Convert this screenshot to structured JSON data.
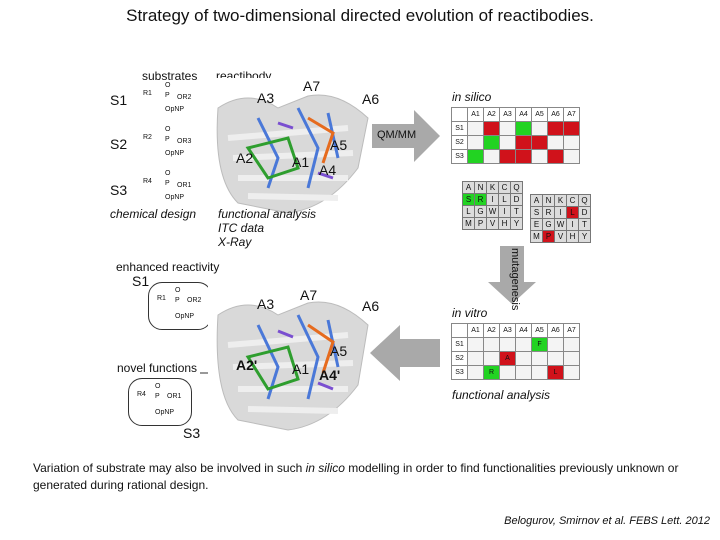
{
  "title": "Strategy of two-dimensional directed evolution of reactibodies.",
  "top": {
    "substrates_label": "substrates",
    "reactibody_label": "reactibody",
    "substrates": [
      {
        "name": "S1",
        "r_left": "R1",
        "r_right": "OR2",
        "leaving": "OpNP"
      },
      {
        "name": "S2",
        "r_left": "R2",
        "r_right": "OR3",
        "leaving": "OpNP"
      },
      {
        "name": "S3",
        "r_left": "R4",
        "r_right": "OR1",
        "leaving": "OpNP"
      }
    ],
    "chemical_design": "chemical design",
    "functional_analysis": "functional analysis",
    "itc_data": "ITC data",
    "xray": "X-Ray",
    "sites": {
      "a1": "A1",
      "a2": "A2",
      "a3": "A3",
      "a4": "A4",
      "a5": "A5",
      "a6": "A6",
      "a7": "A7"
    }
  },
  "qmmm": "QM/MM",
  "mutagenesis": "mutagenesis",
  "in_silico": {
    "label": "in silico",
    "columns": [
      "A1",
      "A2",
      "A3",
      "A4",
      "A5",
      "A6",
      "A7"
    ],
    "rows": [
      {
        "name": "S1",
        "cells": [
          "w",
          "r",
          "w",
          "g",
          "w",
          "r",
          "r"
        ]
      },
      {
        "name": "S2",
        "cells": [
          "w",
          "g",
          "w",
          "r",
          "r",
          "w",
          "w"
        ]
      },
      {
        "name": "S3",
        "cells": [
          "g",
          "w",
          "r",
          "r",
          "w",
          "r",
          "w"
        ]
      }
    ]
  },
  "aa_grid_left": [
    [
      {
        "t": "A",
        "c": ""
      },
      {
        "t": "N",
        "c": ""
      },
      {
        "t": "K",
        "c": ""
      },
      {
        "t": "C",
        "c": ""
      },
      {
        "t": "Q",
        "c": ""
      }
    ],
    [
      {
        "t": "S",
        "c": "g"
      },
      {
        "t": "R",
        "c": "g"
      },
      {
        "t": "I",
        "c": ""
      },
      {
        "t": "L",
        "c": ""
      },
      {
        "t": "D",
        "c": ""
      }
    ],
    [
      {
        "t": "L",
        "c": ""
      },
      {
        "t": "G",
        "c": ""
      },
      {
        "t": "W",
        "c": ""
      },
      {
        "t": "I",
        "c": ""
      },
      {
        "t": "T",
        "c": ""
      }
    ],
    [
      {
        "t": "M",
        "c": ""
      },
      {
        "t": "P",
        "c": ""
      },
      {
        "t": "V",
        "c": ""
      },
      {
        "t": "H",
        "c": ""
      },
      {
        "t": "Y",
        "c": ""
      }
    ]
  ],
  "aa_grid_right": [
    [
      {
        "t": "A",
        "c": ""
      },
      {
        "t": "N",
        "c": ""
      },
      {
        "t": "K",
        "c": ""
      },
      {
        "t": "C",
        "c": ""
      },
      {
        "t": "Q",
        "c": ""
      }
    ],
    [
      {
        "t": "S",
        "c": ""
      },
      {
        "t": "R",
        "c": ""
      },
      {
        "t": "I",
        "c": ""
      },
      {
        "t": "L",
        "c": "r"
      },
      {
        "t": "D",
        "c": ""
      }
    ],
    [
      {
        "t": "E",
        "c": ""
      },
      {
        "t": "G",
        "c": ""
      },
      {
        "t": "W",
        "c": ""
      },
      {
        "t": "I",
        "c": ""
      },
      {
        "t": "T",
        "c": ""
      }
    ],
    [
      {
        "t": "M",
        "c": ""
      },
      {
        "t": "P",
        "c": "r"
      },
      {
        "t": "V",
        "c": ""
      },
      {
        "t": "H",
        "c": ""
      },
      {
        "t": "Y",
        "c": ""
      }
    ]
  ],
  "in_vitro": {
    "label": "in vitro",
    "columns": [
      "A1",
      "A2",
      "A3",
      "A4",
      "A5",
      "A6",
      "A7"
    ],
    "rows": [
      {
        "name": "S1",
        "cells": [
          "w",
          "w",
          "w",
          "w",
          "g",
          "w",
          "w"
        ],
        "marks": [
          "",
          "",
          "",
          "",
          "F",
          "",
          ""
        ]
      },
      {
        "name": "S2",
        "cells": [
          "w",
          "w",
          "r",
          "w",
          "w",
          "w",
          "w"
        ],
        "marks": [
          "",
          "",
          "A",
          "",
          "",
          "",
          ""
        ]
      },
      {
        "name": "S3",
        "cells": [
          "w",
          "g",
          "w",
          "w",
          "w",
          "r",
          "w"
        ],
        "marks": [
          "",
          "R",
          "",
          "",
          "",
          "L",
          ""
        ]
      }
    ],
    "functional_analysis": "functional analysis"
  },
  "bottom": {
    "enhanced_reactivity": "enhanced reactivity",
    "novel_functions": "novel functions",
    "s1": {
      "name": "S1",
      "r_left": "R1",
      "r_right": "OR2",
      "leaving": "OpNP"
    },
    "s3": {
      "name": "S3",
      "r_left": "R4",
      "r_right": "OR1",
      "leaving": "OpNP"
    },
    "sites": {
      "a1": "A1",
      "a2": "A2'",
      "a3": "A3",
      "a4": "A4'",
      "a5": "A5",
      "a6": "A6",
      "a7": "A7"
    }
  },
  "caption": {
    "before": "Variation of substrate may also be involved in such ",
    "italic": "in silico",
    "after": " modelling in order to find functionalities previously unknown or generated during rational design."
  },
  "citation": "Belogurov, Smirnov et al. FEBS Lett. 2012"
}
